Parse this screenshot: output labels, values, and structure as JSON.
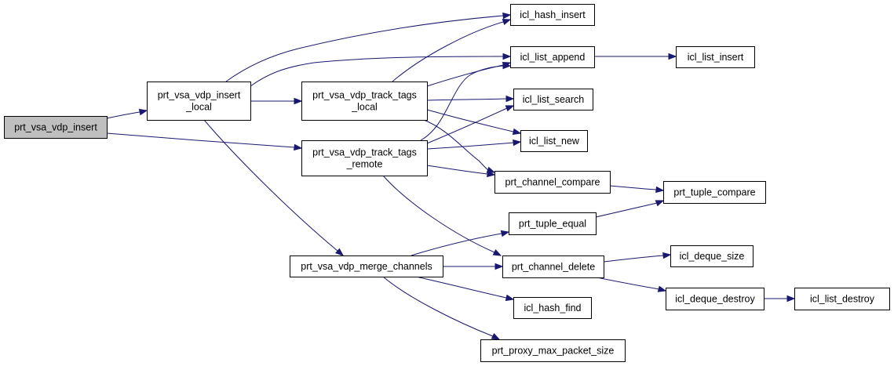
{
  "graph": {
    "title": "call graph of prt_vsa_vdp_insert",
    "colors": {
      "root_fill": "#bfbfbf",
      "node_fill": "#ffffff",
      "node_stroke": "#000000",
      "edge": "#191970"
    },
    "nodes": [
      {
        "id": "prt_vsa_vdp_insert",
        "lines": [
          "prt_vsa_vdp_insert"
        ],
        "root": true
      },
      {
        "id": "prt_vsa_vdp_insert_local",
        "lines": [
          "prt_vsa_vdp_insert",
          "_local"
        ]
      },
      {
        "id": "prt_vsa_vdp_track_tags_local",
        "lines": [
          "prt_vsa_vdp_track_tags",
          "_local"
        ]
      },
      {
        "id": "prt_vsa_vdp_track_tags_remote",
        "lines": [
          "prt_vsa_vdp_track_tags",
          "_remote"
        ]
      },
      {
        "id": "prt_vsa_vdp_merge_channels",
        "lines": [
          "prt_vsa_vdp_merge_channels"
        ]
      },
      {
        "id": "icl_hash_insert",
        "lines": [
          "icl_hash_insert"
        ]
      },
      {
        "id": "icl_list_append",
        "lines": [
          "icl_list_append"
        ]
      },
      {
        "id": "icl_list_insert",
        "lines": [
          "icl_list_insert"
        ]
      },
      {
        "id": "icl_list_search",
        "lines": [
          "icl_list_search"
        ]
      },
      {
        "id": "icl_list_new",
        "lines": [
          "icl_list_new"
        ]
      },
      {
        "id": "prt_channel_compare",
        "lines": [
          "prt_channel_compare"
        ]
      },
      {
        "id": "prt_tuple_compare",
        "lines": [
          "prt_tuple_compare"
        ]
      },
      {
        "id": "prt_tuple_equal",
        "lines": [
          "prt_tuple_equal"
        ]
      },
      {
        "id": "prt_channel_delete",
        "lines": [
          "prt_channel_delete"
        ]
      },
      {
        "id": "icl_deque_size",
        "lines": [
          "icl_deque_size"
        ]
      },
      {
        "id": "icl_deque_destroy",
        "lines": [
          "icl_deque_destroy"
        ]
      },
      {
        "id": "icl_list_destroy",
        "lines": [
          "icl_list_destroy"
        ]
      },
      {
        "id": "icl_hash_find",
        "lines": [
          "icl_hash_find"
        ]
      },
      {
        "id": "prt_proxy_max_packet_size",
        "lines": [
          "prt_proxy_max_packet_size"
        ]
      }
    ],
    "edges": [
      {
        "from": "prt_vsa_vdp_insert",
        "to": "prt_vsa_vdp_insert_local"
      },
      {
        "from": "prt_vsa_vdp_insert",
        "to": "prt_vsa_vdp_track_tags_remote"
      },
      {
        "from": "prt_vsa_vdp_insert_local",
        "to": "icl_hash_insert"
      },
      {
        "from": "prt_vsa_vdp_insert_local",
        "to": "icl_list_append"
      },
      {
        "from": "prt_vsa_vdp_insert_local",
        "to": "prt_vsa_vdp_track_tags_local"
      },
      {
        "from": "prt_vsa_vdp_insert_local",
        "to": "prt_vsa_vdp_merge_channels"
      },
      {
        "from": "prt_vsa_vdp_track_tags_local",
        "to": "icl_hash_insert"
      },
      {
        "from": "prt_vsa_vdp_track_tags_local",
        "to": "icl_list_append"
      },
      {
        "from": "prt_vsa_vdp_track_tags_local",
        "to": "icl_list_search"
      },
      {
        "from": "prt_vsa_vdp_track_tags_local",
        "to": "icl_list_new"
      },
      {
        "from": "prt_vsa_vdp_track_tags_local",
        "to": "prt_channel_compare"
      },
      {
        "from": "prt_vsa_vdp_track_tags_remote",
        "to": "icl_list_append"
      },
      {
        "from": "prt_vsa_vdp_track_tags_remote",
        "to": "icl_list_search"
      },
      {
        "from": "prt_vsa_vdp_track_tags_remote",
        "to": "icl_list_new"
      },
      {
        "from": "prt_vsa_vdp_track_tags_remote",
        "to": "prt_channel_compare"
      },
      {
        "from": "prt_vsa_vdp_track_tags_remote",
        "to": "prt_channel_delete"
      },
      {
        "from": "icl_list_append",
        "to": "icl_list_insert"
      },
      {
        "from": "prt_channel_compare",
        "to": "prt_tuple_compare"
      },
      {
        "from": "prt_tuple_equal",
        "to": "prt_tuple_compare"
      },
      {
        "from": "prt_vsa_vdp_merge_channels",
        "to": "prt_tuple_equal"
      },
      {
        "from": "prt_vsa_vdp_merge_channels",
        "to": "prt_channel_delete"
      },
      {
        "from": "prt_vsa_vdp_merge_channels",
        "to": "icl_hash_find"
      },
      {
        "from": "prt_vsa_vdp_merge_channels",
        "to": "prt_proxy_max_packet_size"
      },
      {
        "from": "prt_channel_delete",
        "to": "icl_deque_size"
      },
      {
        "from": "prt_channel_delete",
        "to": "icl_deque_destroy"
      },
      {
        "from": "icl_deque_destroy",
        "to": "icl_list_destroy"
      }
    ]
  }
}
